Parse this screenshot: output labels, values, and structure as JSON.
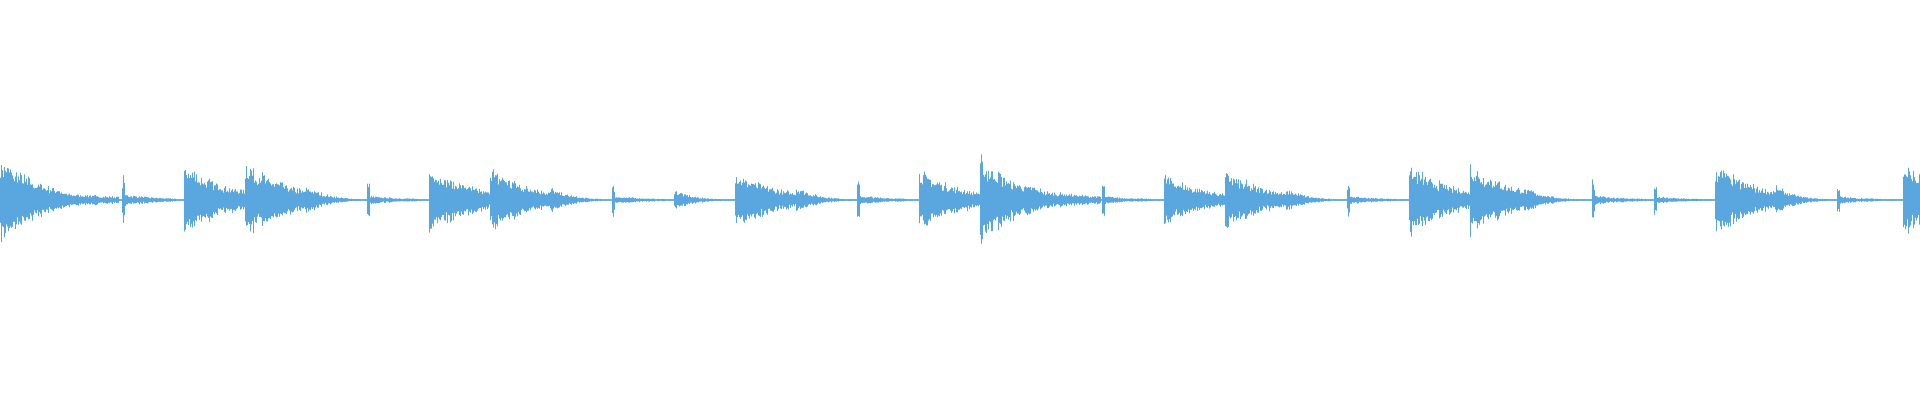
{
  "waveform": {
    "color": "#5aa7e0",
    "background": "#ffffff",
    "hits": [
      {
        "t": 0.0,
        "a": 0.66,
        "kind": "big"
      },
      {
        "t": 0.031,
        "a": 0.14,
        "kind": "tail"
      },
      {
        "t": 0.064,
        "a": 0.38,
        "kind": "click"
      },
      {
        "t": 0.096,
        "a": 0.58,
        "kind": "big"
      },
      {
        "t": 0.128,
        "a": 0.6,
        "kind": "big"
      },
      {
        "t": 0.16,
        "a": 0.24,
        "kind": "small"
      },
      {
        "t": 0.192,
        "a": 0.28,
        "kind": "click"
      },
      {
        "t": 0.224,
        "a": 0.56,
        "kind": "big"
      },
      {
        "t": 0.256,
        "a": 0.52,
        "kind": "big"
      },
      {
        "t": 0.288,
        "a": 0.2,
        "kind": "small"
      },
      {
        "t": 0.32,
        "a": 0.26,
        "kind": "click"
      },
      {
        "t": 0.352,
        "a": 0.16,
        "kind": "small"
      },
      {
        "t": 0.384,
        "a": 0.46,
        "kind": "big"
      },
      {
        "t": 0.416,
        "a": 0.22,
        "kind": "small"
      },
      {
        "t": 0.448,
        "a": 0.3,
        "kind": "click"
      },
      {
        "t": 0.48,
        "a": 0.48,
        "kind": "big"
      },
      {
        "t": 0.512,
        "a": 0.68,
        "kind": "big"
      },
      {
        "t": 0.544,
        "a": 0.16,
        "kind": "tail"
      },
      {
        "t": 0.576,
        "a": 0.26,
        "kind": "click"
      },
      {
        "t": 0.608,
        "a": 0.4,
        "kind": "big"
      },
      {
        "t": 0.64,
        "a": 0.46,
        "kind": "big"
      },
      {
        "t": 0.672,
        "a": 0.18,
        "kind": "small"
      },
      {
        "t": 0.704,
        "a": 0.26,
        "kind": "click"
      },
      {
        "t": 0.736,
        "a": 0.56,
        "kind": "big"
      },
      {
        "t": 0.768,
        "a": 0.58,
        "kind": "big"
      },
      {
        "t": 0.8,
        "a": 0.16,
        "kind": "small"
      },
      {
        "t": 0.832,
        "a": 0.3,
        "kind": "click"
      },
      {
        "t": 0.864,
        "a": 0.22,
        "kind": "click"
      },
      {
        "t": 0.896,
        "a": 0.56,
        "kind": "big"
      },
      {
        "t": 0.928,
        "a": 0.22,
        "kind": "small"
      },
      {
        "t": 0.96,
        "a": 0.24,
        "kind": "click"
      },
      {
        "t": 0.994,
        "a": 0.58,
        "kind": "big"
      }
    ]
  }
}
